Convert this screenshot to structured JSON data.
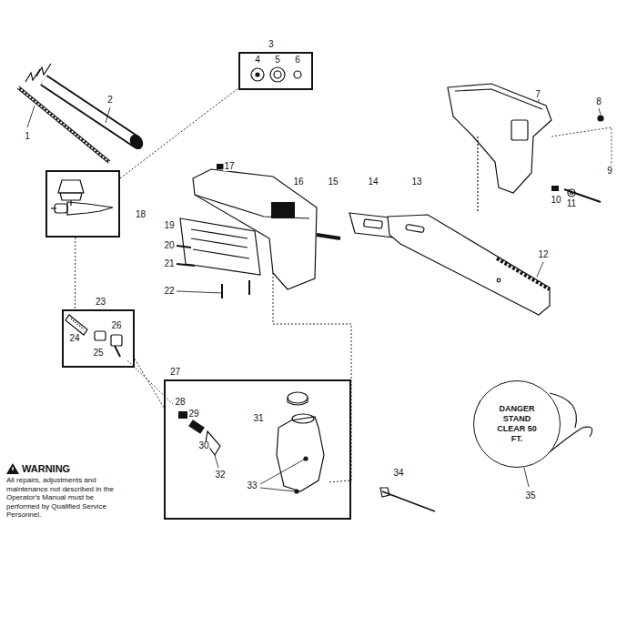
{
  "diagram": {
    "nodes": [
      {
        "text": [
          "3"
        ]
      },
      {
        "text": [
          "18"
        ]
      },
      {
        "text": [
          "23"
        ]
      },
      {
        "text": [
          "27"
        ]
      },
      {
        "text": [
          "DANGER STAND CLEAR 50 FT."
        ]
      }
    ],
    "edges": [
      {
        "from": 1,
        "to": 0,
        "arrow": "none"
      },
      {
        "from": 1,
        "to": 2,
        "arrow": "none"
      },
      {
        "from": 2,
        "to": 3,
        "arrow": "none"
      }
    ],
    "labels": [
      "1",
      "2",
      "4",
      "5",
      "6",
      "7",
      "8",
      "9",
      "10",
      "11",
      "12",
      "13",
      "14",
      "15",
      "16",
      "17",
      "19",
      "20",
      "21",
      "22",
      "24",
      "25",
      "26",
      "28",
      "29",
      "30",
      "31",
      "32",
      "33",
      "34",
      "35",
      "WARNING",
      "All repairs, adjustments and maintenance not described in the Operator's Manual must be performed by Qualified Service Personnel."
    ]
  }
}
